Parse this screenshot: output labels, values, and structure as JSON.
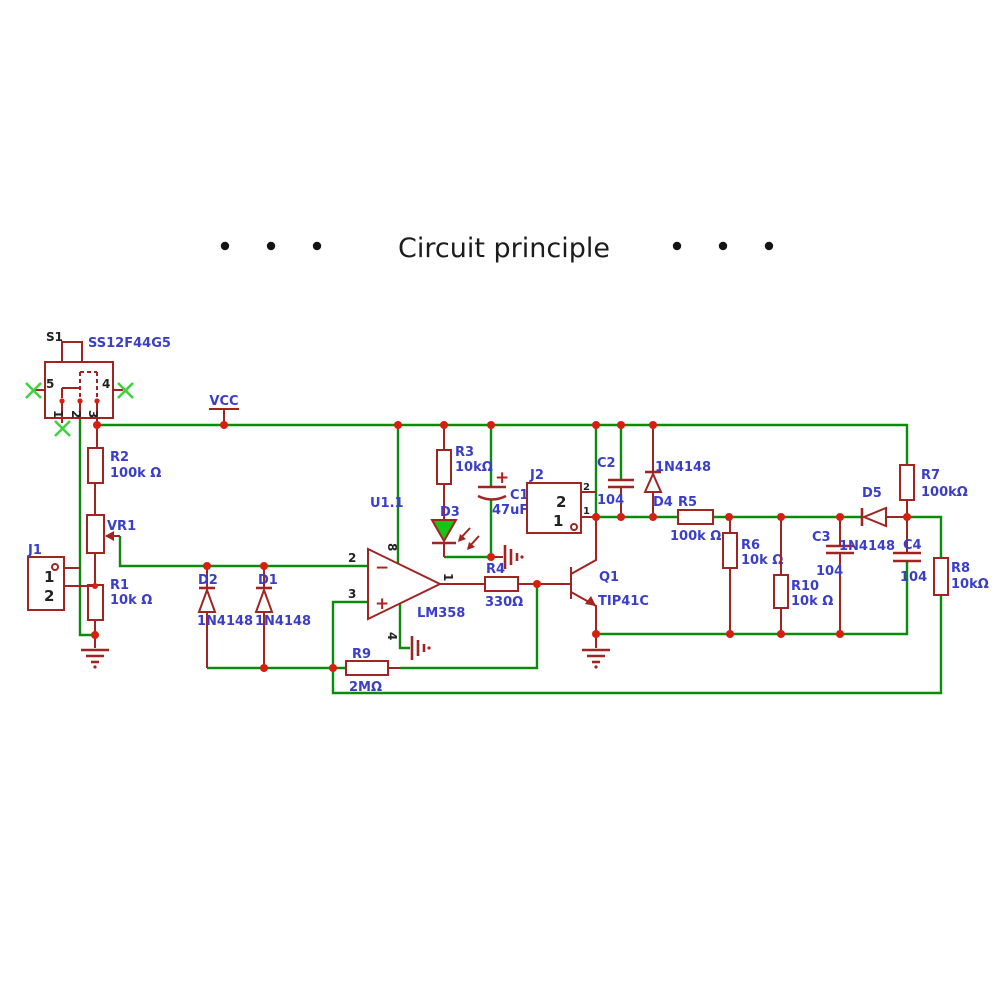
{
  "title": "Circuit principle",
  "colors": {
    "wire_green": "#0b8a0b",
    "component_red": "#a02421",
    "junction_red": "#d81e10",
    "label_blue": "#3a3ec8",
    "pin_text": "#222222",
    "no_connect_green": "#3fd13f",
    "led_fill": "#15c615",
    "title_text": "#1c1c1c"
  },
  "schematic": {
    "power": {
      "vcc": "VCC"
    },
    "s1": {
      "ref": "S1",
      "part": "SS12F44G5",
      "pin5": "5",
      "pin4": "4",
      "pin1": "1",
      "pin2": "2",
      "pin3": "3"
    },
    "j1": {
      "ref": "J1",
      "pin1": "1",
      "pin2": "2"
    },
    "j2": {
      "ref": "J2",
      "name2": "2",
      "name1": "1",
      "pinnum2": "2",
      "pinnum1": "1"
    },
    "u1": {
      "ref": "U1.1",
      "part": "LM358",
      "pin_inv": "2",
      "pin_noninv": "3",
      "pin_vcc": "8",
      "pin_gnd": "4",
      "pin_out": "1",
      "minus": "−",
      "plus": "+"
    },
    "r1": {
      "ref": "R1",
      "value": "10k Ω"
    },
    "r2": {
      "ref": "R2",
      "value": "100k Ω"
    },
    "r3": {
      "ref": "R3",
      "value": "10kΩ"
    },
    "r4": {
      "ref": "R4",
      "value": "330Ω"
    },
    "r5": {
      "ref": "R5",
      "value": "100k Ω"
    },
    "r6": {
      "ref": "R6",
      "value": "10k Ω"
    },
    "r7": {
      "ref": "R7",
      "value": "100kΩ"
    },
    "r8": {
      "ref": "R8",
      "value": "10kΩ"
    },
    "r9": {
      "ref": "R9",
      "value": "2MΩ"
    },
    "r10": {
      "ref": "R10",
      "value": "10k Ω"
    },
    "vr1": {
      "ref": "VR1"
    },
    "c1": {
      "ref": "C1",
      "value": "47uF",
      "polarity": "+"
    },
    "c2": {
      "ref": "C2",
      "value": "104"
    },
    "c3": {
      "ref": "C3",
      "value": "104"
    },
    "c4": {
      "ref": "C4",
      "value": "104"
    },
    "d1": {
      "ref": "D1",
      "value": "1N4148"
    },
    "d2": {
      "ref": "D2",
      "value": "1N4148"
    },
    "d3": {
      "ref": "D3"
    },
    "d4": {
      "ref": "D4",
      "value": "1N4148"
    },
    "d5": {
      "ref": "D5",
      "value": "1N4148"
    },
    "q1": {
      "ref": "Q1",
      "value": "TIP41C"
    }
  }
}
